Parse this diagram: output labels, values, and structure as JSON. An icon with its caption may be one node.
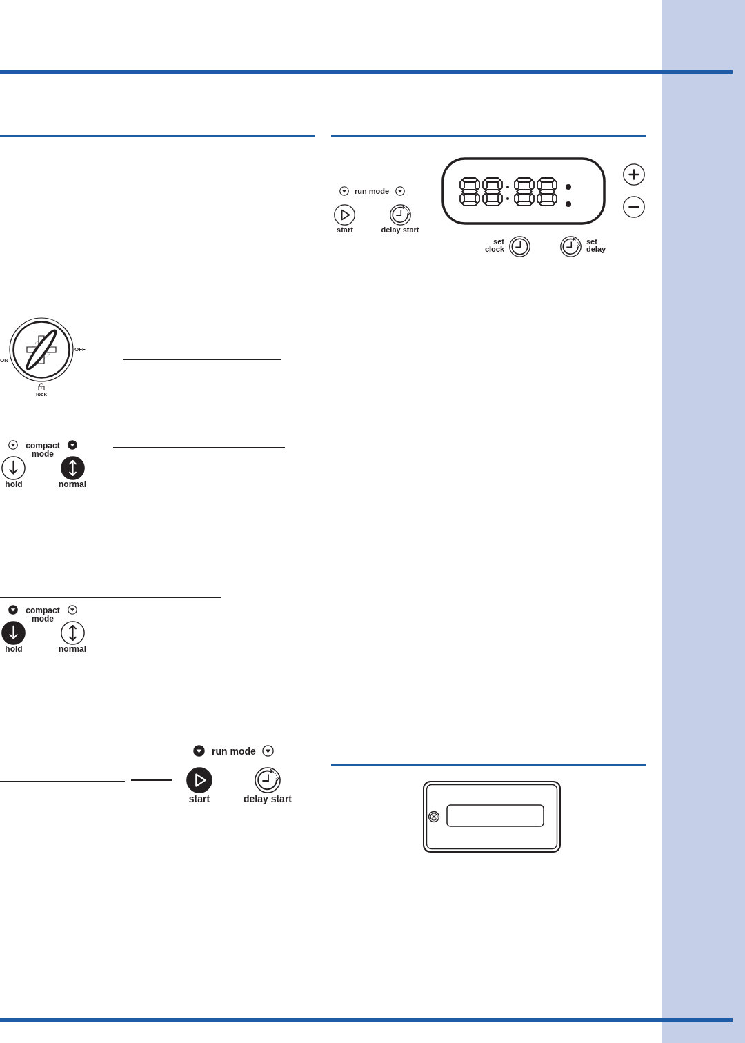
{
  "diagram": {
    "labels": [
      "OFF",
      "ON",
      "lock",
      "compact mode",
      "hold",
      "normal",
      "compact mode",
      "hold",
      "normal",
      "run mode",
      "start",
      "delay start",
      "run mode",
      "start",
      "delay start",
      "set clock",
      "set delay"
    ]
  }
}
